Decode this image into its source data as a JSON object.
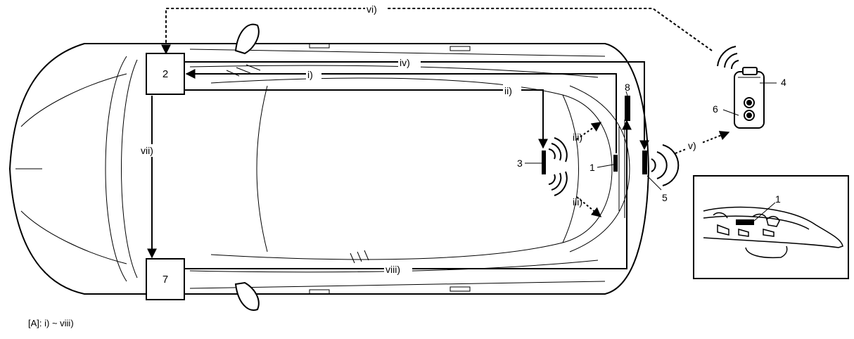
{
  "components": {
    "c1": "1",
    "c2": "2",
    "c3": "3",
    "c4": "4",
    "c5": "5",
    "c6": "6",
    "c7": "7",
    "c8": "8"
  },
  "signals": {
    "s_i": "i)",
    "s_ii": "ii)",
    "s_iii_top": "iii)",
    "s_iii_bottom": "iii)",
    "s_iv": "iv)",
    "s_v": "v)",
    "s_vi": "vi)",
    "s_vii": "vii)",
    "s_viii": "viii)"
  },
  "inset": {
    "c1": "1"
  },
  "footnote": "[A]: i) ~ viii)",
  "colors": {
    "line": "#000000",
    "background": "#ffffff"
  }
}
